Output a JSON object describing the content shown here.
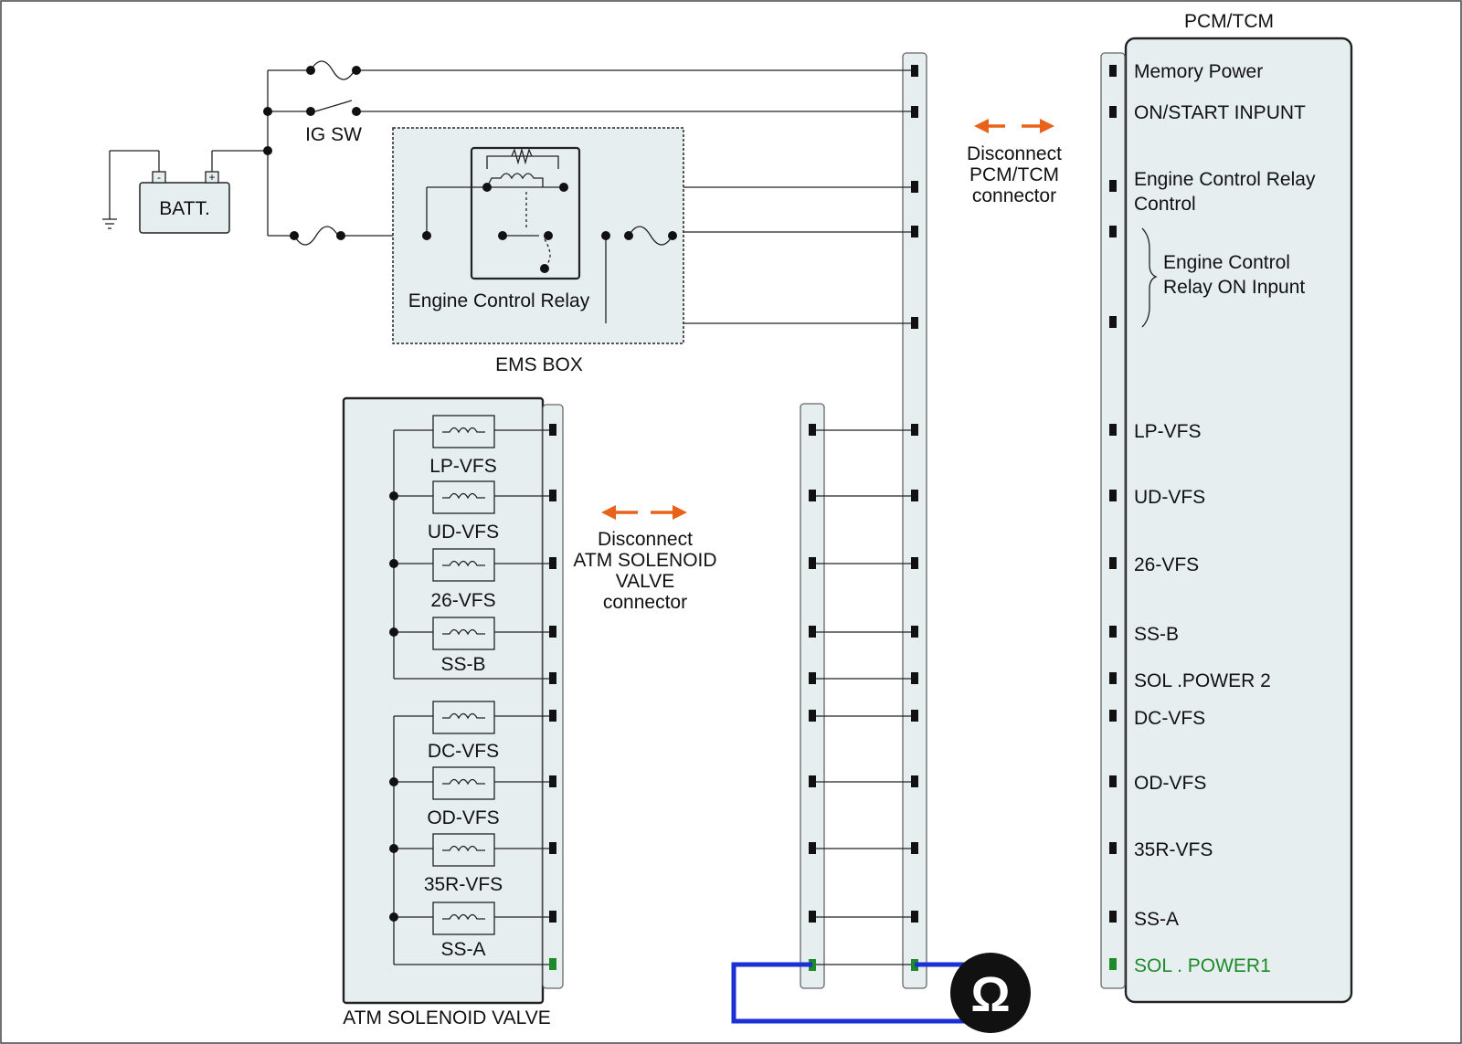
{
  "title": "PCM/TCM",
  "battery": {
    "label": "BATT.",
    "minus": "-",
    "plus": "+"
  },
  "ig_switch": "IG SW",
  "ems_box": {
    "label": "EMS BOX",
    "relay_label": "Engine Control Relay"
  },
  "pcm_pins": {
    "memory_power": "Memory Power",
    "on_start": "ON/START  INPUNT",
    "ecr_control_1": "Engine Control Relay",
    "ecr_control_2": "Control",
    "ecr_on_1": "Engine Control",
    "ecr_on_2": "Relay ON Inpunt",
    "lp_vfs": "LP-VFS",
    "ud_vfs": "UD-VFS",
    "vfs_26": "26-VFS",
    "ss_b": "SS-B",
    "sol_power2": "SOL .POWER 2",
    "dc_vfs": "DC-VFS",
    "od_vfs": "OD-VFS",
    "vfs_35r": "35R-VFS",
    "ss_a": "SS-A",
    "sol_power1": "SOL . POWER1"
  },
  "disconnect_pcm": {
    "line1": "Disconnect",
    "line2": "PCM/TCM",
    "line3": "connector"
  },
  "disconnect_atm": {
    "line1": "Disconnect",
    "line2": "ATM SOLENOID",
    "line3": "VALVE",
    "line4": "connector"
  },
  "solenoids": {
    "lp_vfs": "LP-VFS",
    "ud_vfs": "UD-VFS",
    "vfs_26": "26-VFS",
    "ss_b": "SS-B",
    "dc_vfs": "DC-VFS",
    "od_vfs": "OD-VFS",
    "vfs_35r": "35R-VFS",
    "ss_a": "SS-A"
  },
  "atm_label": "ATM SOLENOID VALVE",
  "ohmmeter_symbol": "Ω",
  "colors": {
    "arrow": "#e8621a",
    "probe": "#1a2fd6",
    "highlight": "#1e8a2a"
  }
}
